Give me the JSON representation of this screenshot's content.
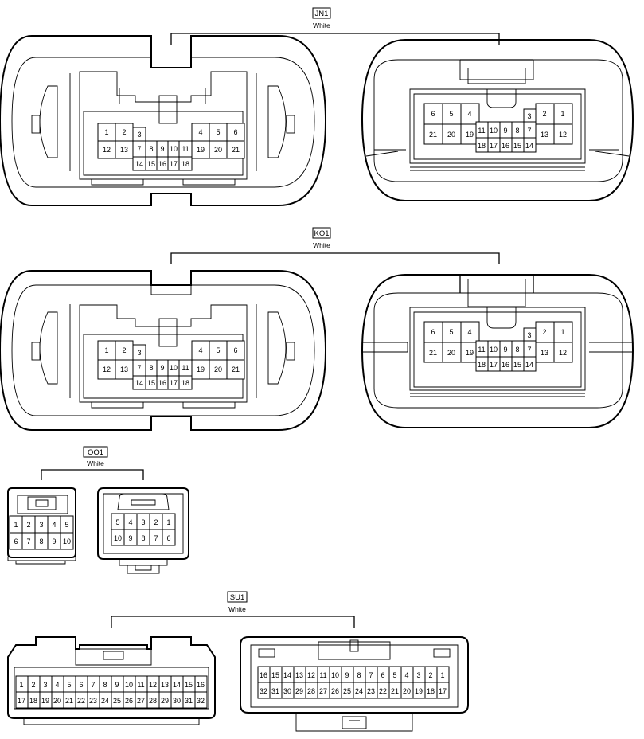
{
  "connectors": [
    {
      "id": "JN1",
      "color": "White"
    },
    {
      "id": "KO1",
      "color": "White"
    },
    {
      "id": "OO1",
      "color": "White"
    },
    {
      "id": "SU1",
      "color": "White"
    }
  ]
}
